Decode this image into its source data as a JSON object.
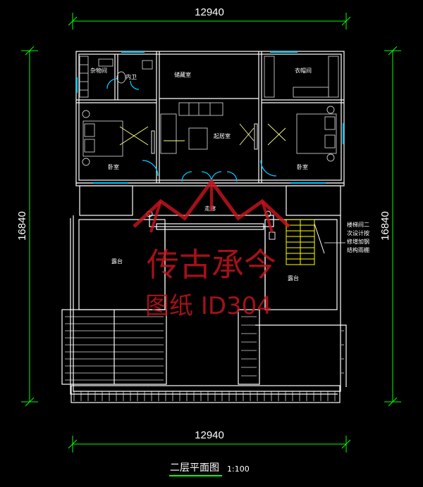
{
  "dimensions": {
    "top_width": "12940",
    "bottom_width": "12940",
    "left_height": "16840",
    "right_height": "16840"
  },
  "rooms": {
    "storage": "杂物间",
    "bath": "内卫",
    "study": "储藏室",
    "wardrobe": "衣帽间",
    "living": "起居室",
    "bedroom_left": "卧室",
    "bedroom_right": "卧室",
    "corridor": "走廊",
    "terrace_left": "露台",
    "terrace_right": "露台"
  },
  "stair_note": [
    "楼梯间二",
    "次设计按",
    "修增加钢",
    "结构雨棚"
  ],
  "watermark": {
    "brand": "传古承今",
    "drawing_id": "图纸 ID304"
  },
  "title": {
    "name": "二层平面图",
    "scale": "1:100"
  },
  "colors": {
    "background": "#000000",
    "wall": "#ffffff",
    "dimension": "#00ff00",
    "window": "#00c8ff",
    "stair": "#ffff00",
    "furniture": "#c8c8c8",
    "watermark": "#c8141e"
  }
}
